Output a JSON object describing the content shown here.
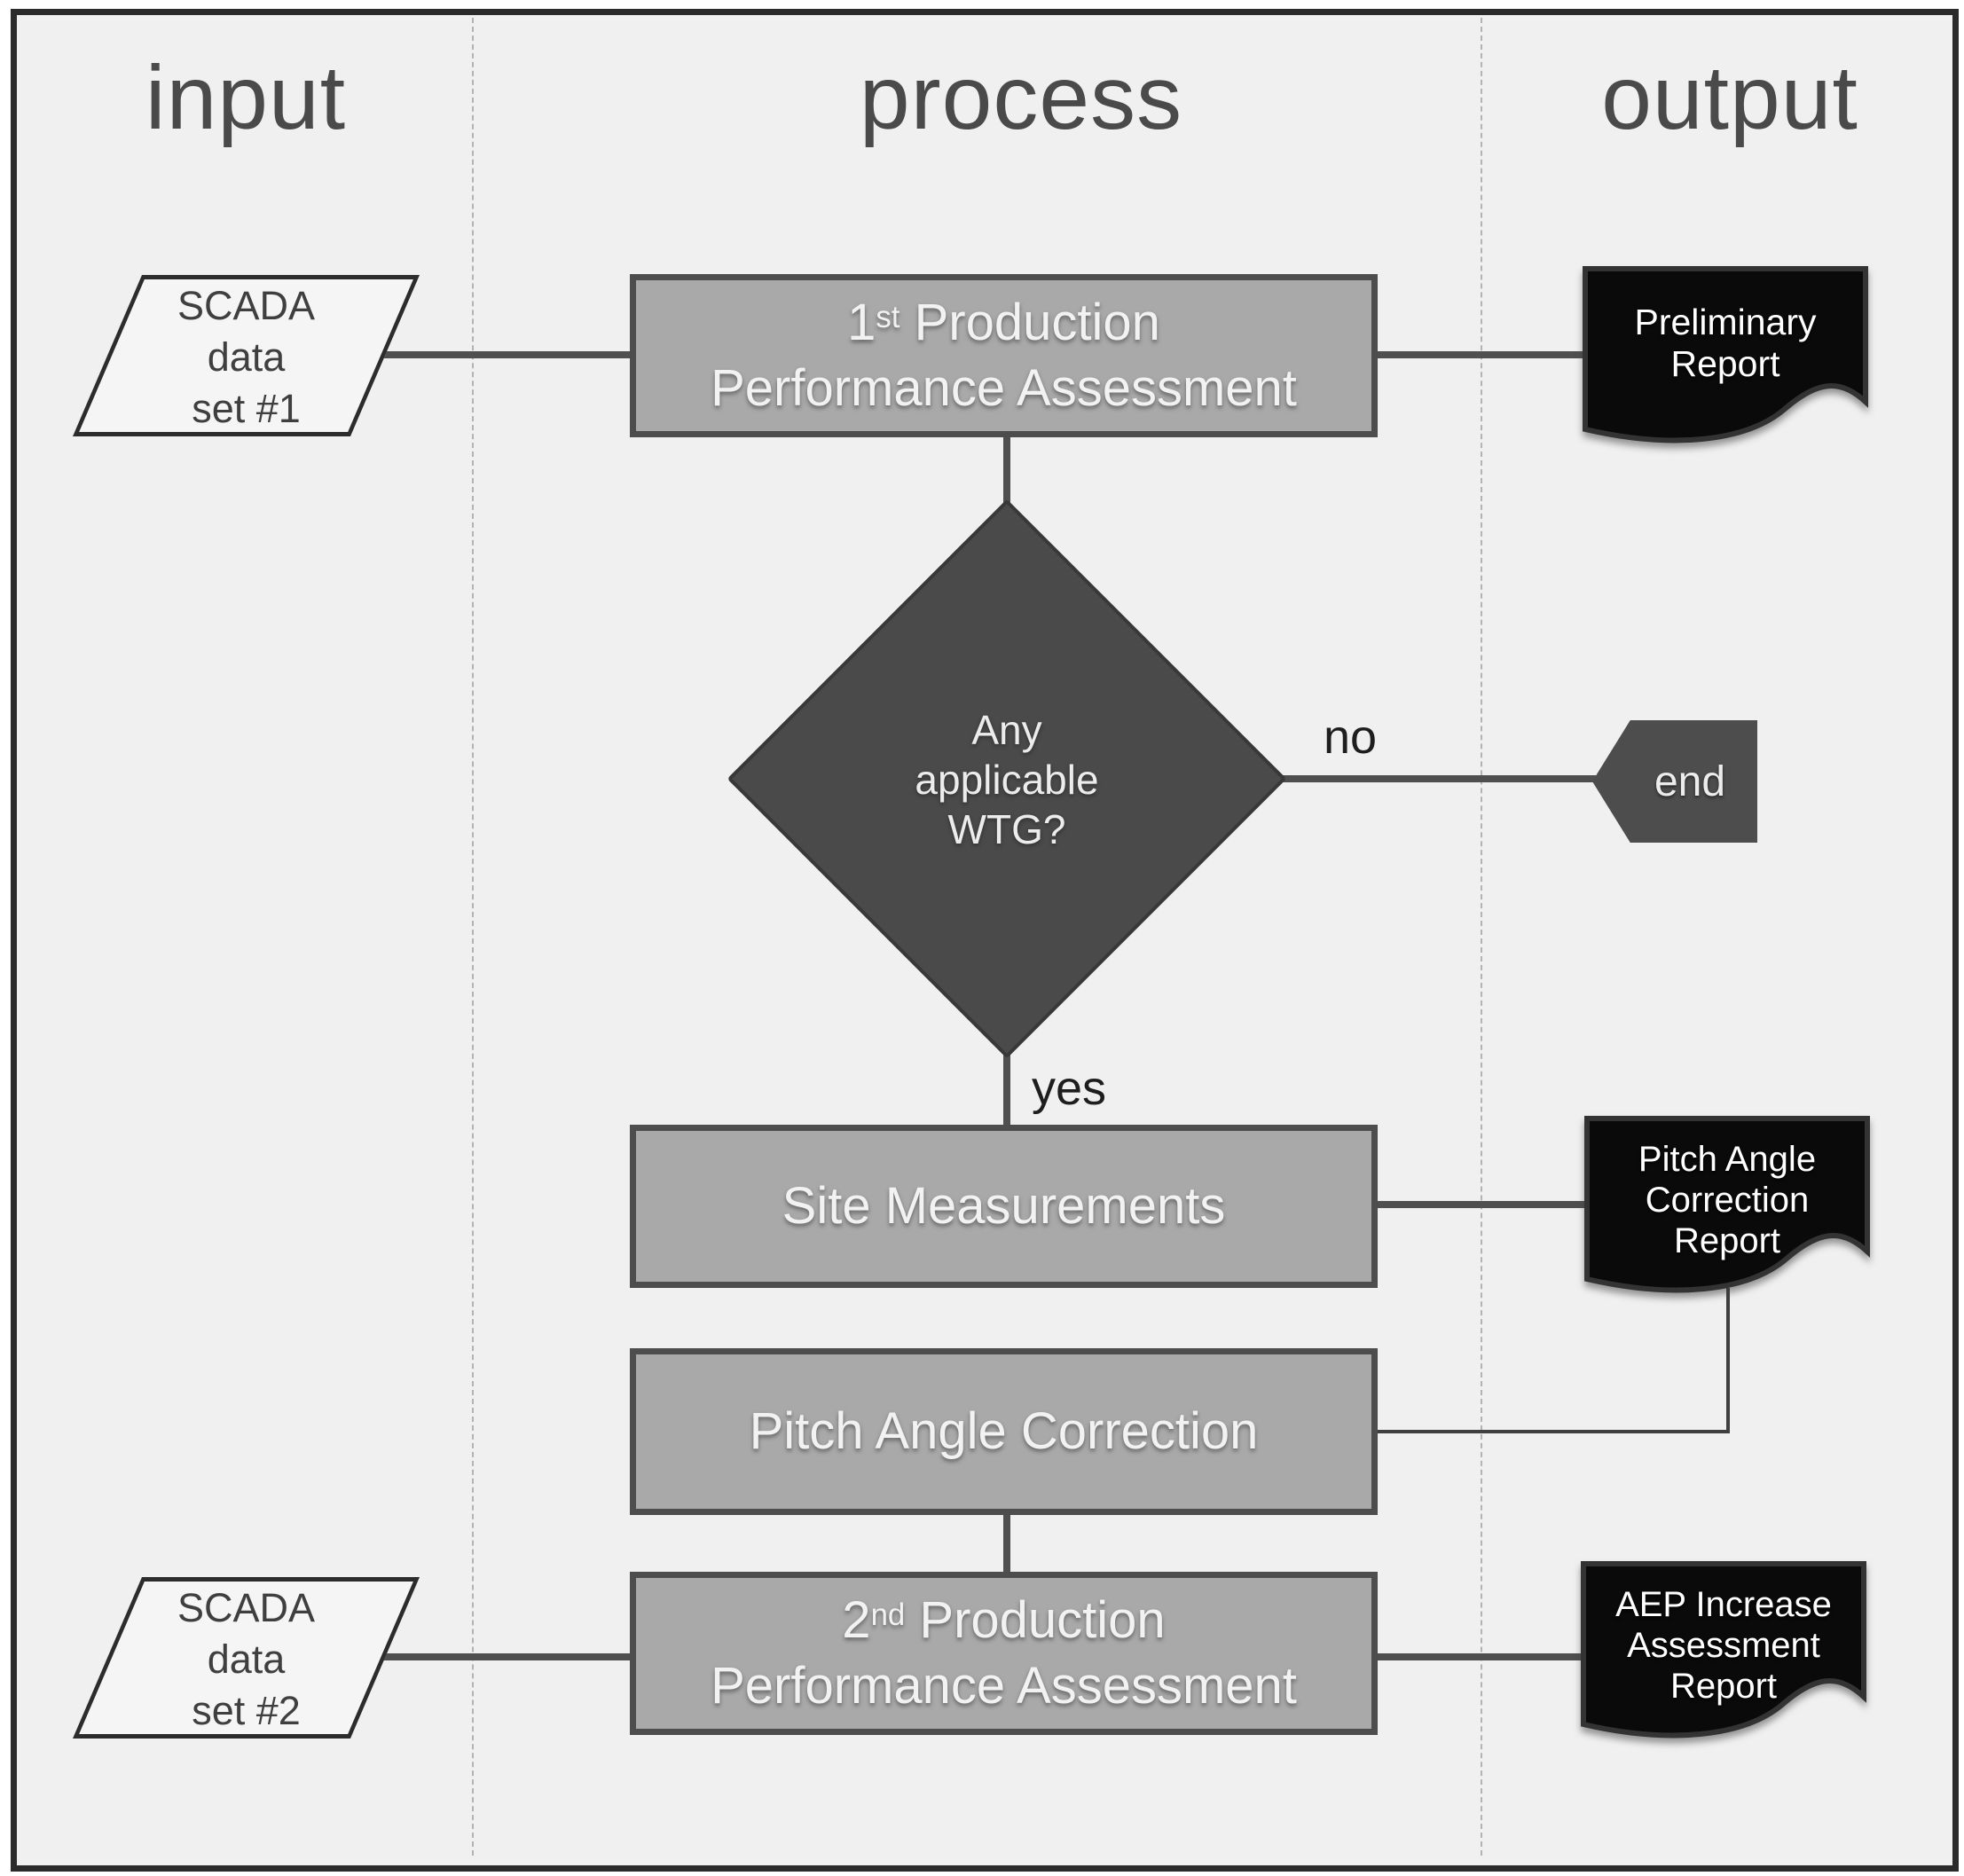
{
  "header": {
    "input": "input",
    "process": "process",
    "output": "output"
  },
  "branch_labels": {
    "no": "no",
    "yes": "yes"
  },
  "nodes": {
    "scada1": {
      "line1": "SCADA",
      "line2": "data",
      "line3": "set #1"
    },
    "scada2": {
      "line1": "SCADA",
      "line2": "data",
      "line3": "set #2"
    },
    "ppa1": {
      "num": "1",
      "ord": "st",
      "rest": " Production",
      "line2": "Performance Assessment"
    },
    "decision": {
      "line1": "Any",
      "line2": "applicable",
      "line3": "WTG?"
    },
    "site_measurements": {
      "label": "Site Measurements"
    },
    "pitch_angle_correction": {
      "label": "Pitch Angle Correction"
    },
    "ppa2": {
      "num": "2",
      "ord": "nd",
      "rest": " Production",
      "line2": "Performance Assessment"
    },
    "end_node": {
      "label": "end"
    }
  },
  "documents": {
    "preliminary_report": {
      "line1": "Preliminary",
      "line2": "Report"
    },
    "pitch_angle_correction_report": {
      "line1": "Pitch Angle",
      "line2": "Correction",
      "line3": "Report"
    },
    "aep_increase_assessment_report": {
      "line1": "AEP Increase",
      "line2": "Assessment",
      "line3": "Report"
    }
  },
  "colors": {
    "canvas_bg": "#f0f0f0",
    "frame_border": "#2b2b2b",
    "process_fill": "#a9a9a9",
    "process_border": "#4d4d4d",
    "decision_fill": "#4a4a4a",
    "io_fill": "#f5f5f5",
    "document_fill": "#0a0a0a",
    "document_border": "#333333",
    "connector": "#4f4f4f",
    "header_text": "#4a4a4a"
  }
}
